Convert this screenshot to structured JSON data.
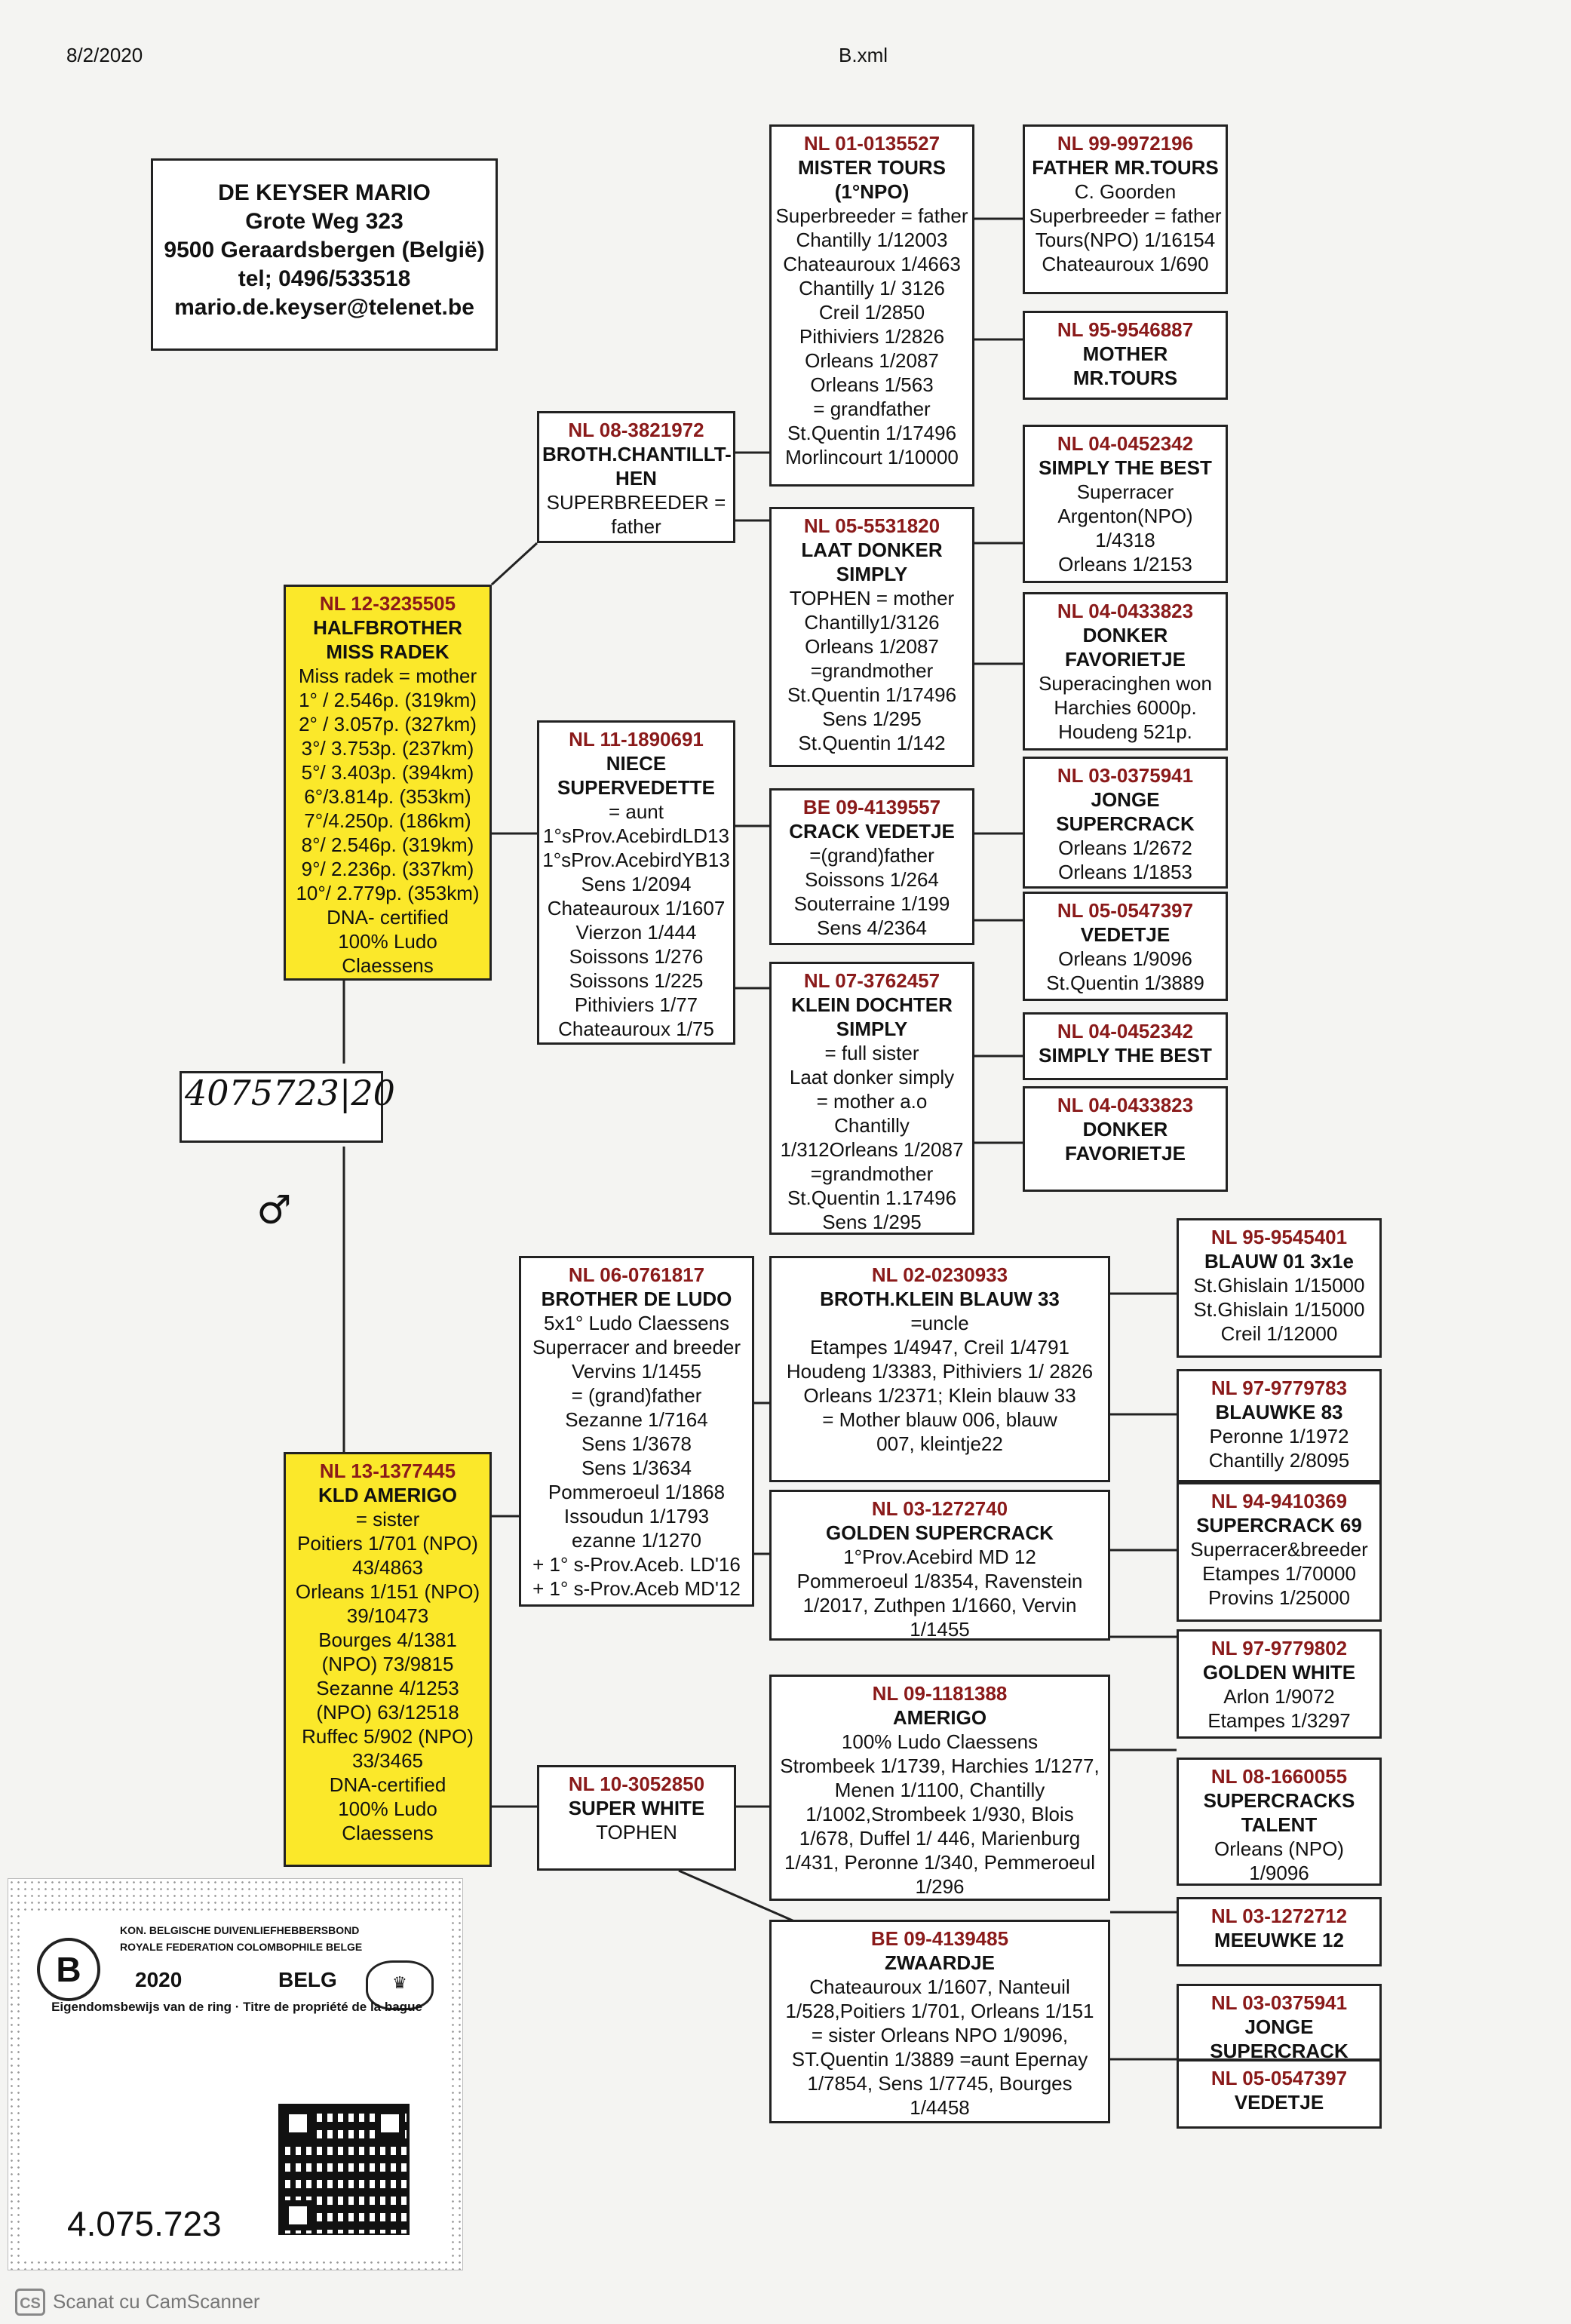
{
  "header": {
    "date": "8/2/2020",
    "file": "B.xml"
  },
  "owner": {
    "name": "DE KEYSER MARIO",
    "street": "Grote Weg 323",
    "city": "9500 Geraardsbergen (België)",
    "tel": "tel; 0496/533518",
    "email": "mario.de.keyser@telenet.be"
  },
  "subject": {
    "ring_handwritten": "4075723|20",
    "sex_symbol": "♂"
  },
  "sire": {
    "ring": "NL 12-3235505",
    "name": [
      "HALFBROTHER",
      "MISS RADEK"
    ],
    "lines": [
      "Miss radek = mother",
      "1° / 2.546p. (319km)",
      "2° / 3.057p. (327km)",
      "3°/ 3.753p. (237km)",
      "5°/ 3.403p. (394km)",
      "6°/3.814p. (353km)",
      "7°/4.250p. (186km)",
      "8°/ 2.546p. (319km)",
      "9°/ 2.236p. (337km)",
      "10°/ 2.779p. (353km)",
      "DNA- certified",
      "100% Ludo",
      "Claessens"
    ]
  },
  "dam": {
    "ring": "NL 13-1377445",
    "name": [
      "KLD AMERIGO"
    ],
    "lines": [
      "= sister",
      "Poitiers 1/701 (NPO)",
      "43/4863",
      "Orleans 1/151 (NPO)",
      "39/10473",
      "Bourges 4/1381",
      "(NPO) 73/9815",
      "Sezanne 4/1253",
      "(NPO) 63/12518",
      "Ruffec 5/902 (NPO)",
      "33/3465",
      "DNA-certified",
      "100% Ludo",
      "Claessens"
    ]
  },
  "ss": {
    "ring": "NL 08-3821972",
    "name": [
      "BROTH.CHANTILLT-",
      "HEN"
    ],
    "lines": [
      "SUPERBREEDER =",
      "father"
    ]
  },
  "sd": {
    "ring": "NL 11-1890691",
    "name": [
      "NIECE",
      "SUPERVEDETTE"
    ],
    "lines": [
      "= aunt",
      "1°sProv.AcebirdLD13",
      "1°sProv.AcebirdYB13",
      "Sens 1/2094",
      "Chateauroux 1/1607",
      "Vierzon 1/444",
      "Soissons 1/276",
      "Soissons 1/225",
      "Pithiviers 1/77",
      "Chateauroux 1/75"
    ]
  },
  "ds": {
    "ring": "NL 06-0761817",
    "name": [
      "BROTHER DE LUDO"
    ],
    "lines": [
      "5x1° Ludo Claessens",
      "Superracer and breeder",
      "Vervins 1/1455",
      "= (grand)father",
      "Sezanne 1/7164",
      "Sens 1/3678",
      "Sens 1/3634",
      "Pommeroeul 1/1868",
      "Issoudun 1/1793",
      "ezanne 1/1270",
      "+ 1° s-Prov.Aceb. LD'16",
      "+ 1° s-Prov.Aceb MD'12"
    ]
  },
  "dd": {
    "ring": "NL 10-3052850",
    "name": [
      "SUPER WHITE"
    ],
    "lines": [
      "TOPHEN"
    ]
  },
  "sss": {
    "ring": "NL 01-0135527",
    "name": [
      "MISTER TOURS",
      "(1°NPO)"
    ],
    "lines": [
      "Superbreeder = father",
      "Chantilly 1/12003",
      "Chateauroux 1/4663",
      "Chantilly 1/ 3126",
      "Creil 1/2850",
      "Pithiviers 1/2826",
      "Orleans 1/2087",
      "Orleans 1/563",
      "= grandfather",
      "St.Quentin 1/17496",
      "Morlincourt 1/10000"
    ]
  },
  "ssd": {
    "ring": "NL 05-5531820",
    "name": [
      "LAAT DONKER",
      "SIMPLY"
    ],
    "lines": [
      "TOPHEN = mother",
      "Chantilly1/3126",
      "Orleans 1/2087",
      "=grandmother",
      "St.Quentin 1/17496",
      "Sens 1/295",
      "St.Quentin 1/142"
    ]
  },
  "sds": {
    "ring": "BE 09-4139557",
    "name": [
      "CRACK VEDETJE"
    ],
    "lines": [
      "=(grand)father",
      "Soissons 1/264",
      "Souterraine 1/199",
      "Sens 4/2364"
    ]
  },
  "sdd": {
    "ring": "NL 07-3762457",
    "name": [
      "KLEIN DOCHTER",
      "SIMPLY"
    ],
    "lines": [
      "= full sister",
      "Laat donker simply",
      "= mother a.o",
      "Chantilly",
      "1/312Orleans 1/2087",
      "=grandmother",
      "St.Quentin 1.17496",
      "Sens 1/295"
    ]
  },
  "dss": {
    "ring": "NL 02-0230933",
    "name": [
      "BROTH.KLEIN BLAUW 33"
    ],
    "lines": [
      "=uncle",
      "Etampes 1/4947, Creil 1/4791",
      "Houdeng 1/3383, Pithiviers 1/ 2826",
      "Orleans 1/2371; Klein blauw 33",
      "= Mother blauw 006, blauw",
      "007, kleintje22"
    ]
  },
  "dsd": {
    "ring": "NL 03-1272740",
    "name": [
      "GOLDEN SUPERCRACK"
    ],
    "lines": [
      "1°Prov.Acebird MD 12",
      "Pommeroeul 1/8354, Ravenstein",
      "1/2017, Zuthpen 1/1660, Vervin",
      "1/1455"
    ]
  },
  "dds": {
    "ring": "NL 09-1181388",
    "name": [
      "AMERIGO"
    ],
    "lines": [
      "100% Ludo Claessens",
      "Strombeek 1/1739, Harchies 1/1277,",
      "Menen 1/1100, Chantilly",
      "1/1002,Strombeek 1/930, Blois",
      "1/678, Duffel 1/ 446, Marienburg",
      "1/431, Peronne 1/340, Pemmeroeul",
      "1/296"
    ]
  },
  "ddd": {
    "ring": "BE 09-4139485",
    "name": [
      "ZWAARDJE"
    ],
    "lines": [
      "Chateauroux 1/1607, Nanteuil",
      "1/528,Poitiers 1/701, Orleans 1/151",
      "= sister Orleans NPO 1/9096,",
      "ST.Quentin 1/3889 =aunt Epernay",
      "1/7854, Sens 1/7745, Bourges",
      "1/4458"
    ]
  },
  "g4": [
    {
      "ring": "NL 99-9972196",
      "name": [
        "FATHER MR.TOURS"
      ],
      "lines": [
        "C. Goorden",
        "Superbreeder = father",
        "Tours(NPO) 1/16154",
        "Chateauroux 1/690"
      ]
    },
    {
      "ring": "NL 95-9546887",
      "name": [
        "MOTHER",
        "MR.TOURS"
      ],
      "lines": []
    },
    {
      "ring": "NL 04-0452342",
      "name": [
        "SIMPLY THE BEST"
      ],
      "lines": [
        "Superracer",
        "Argenton(NPO)",
        "1/4318",
        "Orleans 1/2153"
      ]
    },
    {
      "ring": "NL 04-0433823",
      "name": [
        "DONKER",
        "FAVORIETJE"
      ],
      "lines": [
        "Superacinghen won",
        "Harchies 6000p.",
        "Houdeng 521p."
      ]
    },
    {
      "ring": "NL 03-0375941",
      "name": [
        "JONGE",
        "SUPERCRACK"
      ],
      "lines": [
        "Orleans 1/2672",
        "Orleans 1/1853"
      ]
    },
    {
      "ring": "NL 05-0547397",
      "name": [
        "VEDETJE"
      ],
      "lines": [
        "Orleans 1/9096",
        "St.Quentin 1/3889"
      ]
    },
    {
      "ring": "NL 04-0452342",
      "name": [
        "SIMPLY THE BEST"
      ],
      "lines": []
    },
    {
      "ring": "NL 04-0433823",
      "name": [
        "DONKER",
        "FAVORIETJE"
      ],
      "lines": []
    },
    {
      "ring": "NL 95-9545401",
      "name": [
        "BLAUW 01 3x1e"
      ],
      "lines": [
        "St.Ghislain 1/15000",
        "St.Ghislain 1/15000",
        "Creil 1/12000"
      ]
    },
    {
      "ring": "NL 97-9779783",
      "name": [
        "BLAUWKE 83"
      ],
      "lines": [
        "Peronne 1/1972",
        "Chantilly 2/8095"
      ]
    },
    {
      "ring": "NL 94-9410369",
      "name": [
        "SUPERCRACK 69"
      ],
      "lines": [
        "Superracer&breeder",
        "Etampes 1/70000",
        "Provins 1/25000"
      ]
    },
    {
      "ring": "NL 97-9779802",
      "name": [
        "GOLDEN WHITE"
      ],
      "lines": [
        "Arlon 1/9072",
        "Etampes 1/3297"
      ]
    },
    {
      "ring": "NL 08-1660055",
      "name": [
        "SUPERCRACKS",
        "TALENT"
      ],
      "lines": [
        "Orleans (NPO)",
        "1/9096"
      ]
    },
    {
      "ring": "NL 03-1272712",
      "name": [
        "MEEUWKE 12"
      ],
      "lines": []
    },
    {
      "ring": "NL 03-0375941",
      "name": [
        "JONGE",
        "SUPERCRACK"
      ],
      "lines": []
    },
    {
      "ring": "NL 05-0547397",
      "name": [
        "VEDETJE"
      ],
      "lines": []
    }
  ],
  "certificate": {
    "org_nl": "KON. BELGISCHE DUIVENLIEFHEBBERSBOND",
    "org_fr": "ROYALE FEDERATION COLOMBOPHILE BELGE",
    "year": "2020",
    "country": "BELG",
    "title": "Eigendomsbewijs van de ring · Titre de propriété de la bague",
    "ring_number": "4.075.723"
  },
  "footer": {
    "scanner": "Scanat cu CamScanner"
  }
}
